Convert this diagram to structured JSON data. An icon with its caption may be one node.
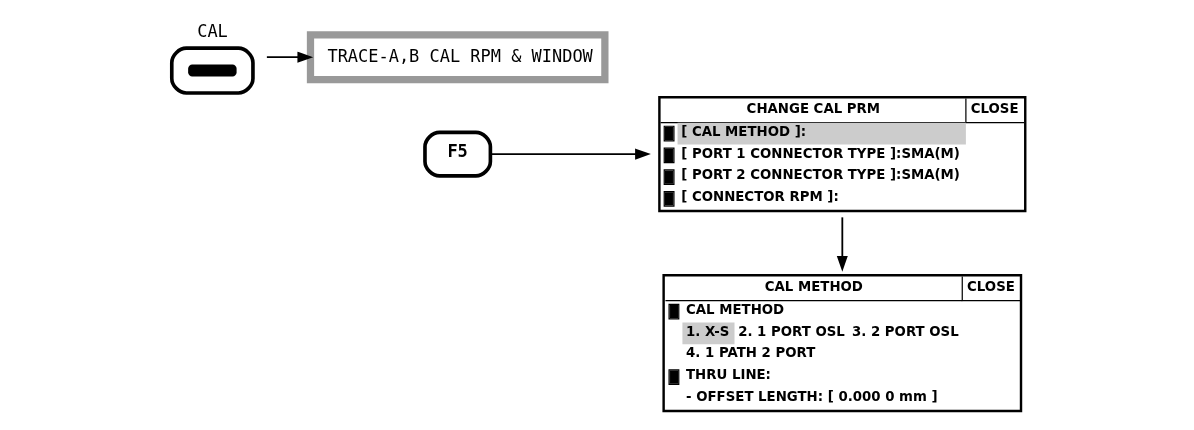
{
  "diagram": {
    "nodes": [
      {
        "text": [
          "CAL"
        ]
      },
      {
        "text": [
          "TRACE-A,B CAL RPM & WINDOW"
        ]
      },
      {
        "text": [
          "F5"
        ]
      },
      {
        "text": [
          "CHANGE CAL PRM",
          "CLOSE",
          "[ CAL METHOD ]:",
          "[ PORT 1 CONNECTOR TYPE ]:SMA(M)",
          "[ PORT 2 CONNECTOR TYPE ]:SMA(M)",
          "[ CONNECTOR RPM ]:"
        ]
      },
      {
        "text": [
          "CAL METHOD",
          "CLOSE",
          "CAL METHOD",
          "1. X-S",
          "2. 1 PORT OSL",
          "3. 2 PORT OSL",
          "4. 1 PATH 2 PORT",
          "THRU LINE:",
          "- OFFSET LENGTH: [ 0.000 0 mm ]"
        ]
      }
    ],
    "edges": [
      {
        "from": 0,
        "to": 1,
        "arrow": "to"
      },
      {
        "from": 2,
        "to": 3,
        "arrow": "to"
      },
      {
        "from": 3,
        "to": 4,
        "arrow": "to"
      }
    ]
  }
}
